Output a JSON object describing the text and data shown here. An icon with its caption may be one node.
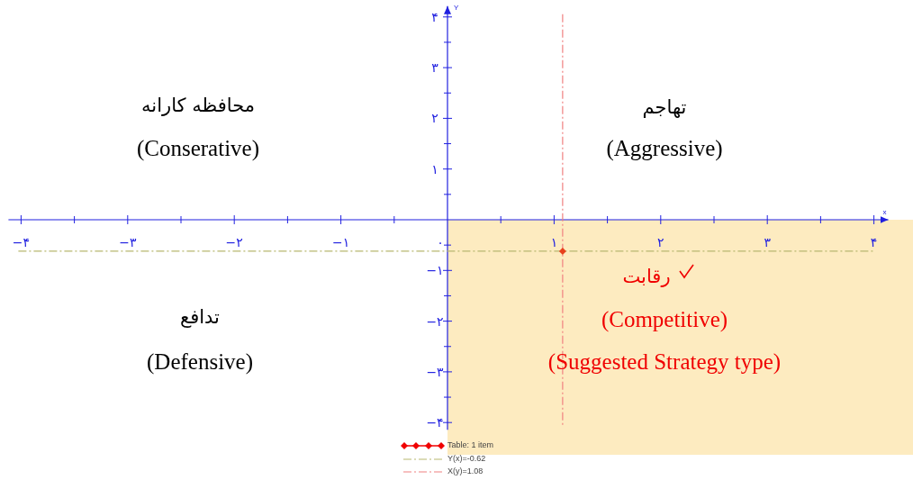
{
  "diagram": {
    "labels": [
      "محافظه کارانه",
      "(Conserative)",
      "تهاجم",
      "(Aggressive)",
      "تدافع",
      "(Defensive)",
      "رقابت",
      "(Competitive)",
      "(Suggested Strategy type)"
    ],
    "legend": [
      {
        "text": "Table: 1 item"
      },
      {
        "text": "Y(x)=-0.62"
      },
      {
        "text": "X(y)=1.08"
      }
    ],
    "chart_data": {
      "type": "scatter",
      "xlabel": "x",
      "ylabel": "Y",
      "x": [
        1.08
      ],
      "series": [
        {
          "color": "#e8401c",
          "values": [
            -0.62
          ]
        }
      ],
      "ref_lines": [
        {
          "axis": "y",
          "value": -0.62,
          "color": "#b8b870"
        },
        {
          "axis": "x",
          "value": 1.08,
          "color": "#f08080"
        }
      ],
      "xlim": [
        -4,
        4
      ],
      "ylim": [
        -4,
        4
      ],
      "xticks": [
        {
          "value": -4,
          "label": "−۴"
        },
        {
          "value": -3,
          "label": "−۳"
        },
        {
          "value": -2,
          "label": "−۲"
        },
        {
          "value": -1,
          "label": "−۱"
        },
        {
          "value": 0,
          "label": "۰"
        },
        {
          "value": 1,
          "label": "۱"
        },
        {
          "value": 2,
          "label": "۲"
        },
        {
          "value": 3,
          "label": "۳"
        },
        {
          "value": 4,
          "label": "۴"
        }
      ],
      "yticks": [
        {
          "value": 4,
          "label": "۴"
        },
        {
          "value": 3,
          "label": "۳"
        },
        {
          "value": 2,
          "label": "۲"
        },
        {
          "value": 1,
          "label": "۱"
        },
        {
          "value": -1,
          "label": "−۱"
        },
        {
          "value": -2,
          "label": "−۲"
        },
        {
          "value": -3,
          "label": "−۳"
        },
        {
          "value": -4,
          "label": "−۴"
        }
      ]
    }
  }
}
